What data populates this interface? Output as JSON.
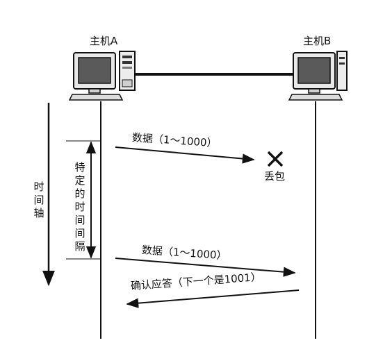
{
  "hosts": {
    "a_label": "主机A",
    "b_label": "主机B"
  },
  "time_axis_label": "时间轴",
  "interval_label": "特定的时间间隔",
  "messages": {
    "first_data": "数据（1～1000）",
    "packet_loss": "丢包",
    "second_data": "数据（1～1000）",
    "ack": "确认应答（下一个是1001）"
  },
  "icons": {
    "computer": "desktop-computer-icon",
    "loss": "cross-x-icon"
  },
  "colors": {
    "line": "#111111",
    "monitor_screen": "#5a5a5a",
    "monitor_body": "#e8e8e8"
  }
}
